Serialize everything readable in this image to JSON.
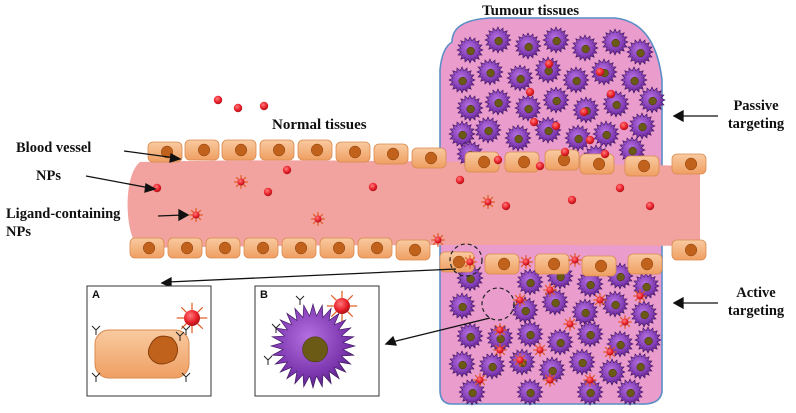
{
  "labels": {
    "tumour_tissues": "Tumour tissues",
    "normal_tissues": "Normal tissues",
    "blood_vessel": "Blood vessel",
    "nps": "NPs",
    "ligand_line1": "Ligand-containing",
    "ligand_line2": "NPs",
    "passive_line1": "Passive",
    "passive_line2": "targeting",
    "active_line1": "Active",
    "active_line2": "targeting"
  },
  "insets": {
    "a_letter": "A",
    "b_letter": "B"
  },
  "colors": {
    "vessel": "#f2a3a0",
    "tumour": "#ea9ccd",
    "tumour_border": "#5b8ec6",
    "endothelial": "#f4b07a",
    "nucleus": "#c0621b",
    "np": "#e8202a",
    "tumour_cell": "#7a35ad",
    "tumour_nucleus": "#6b5a16"
  }
}
